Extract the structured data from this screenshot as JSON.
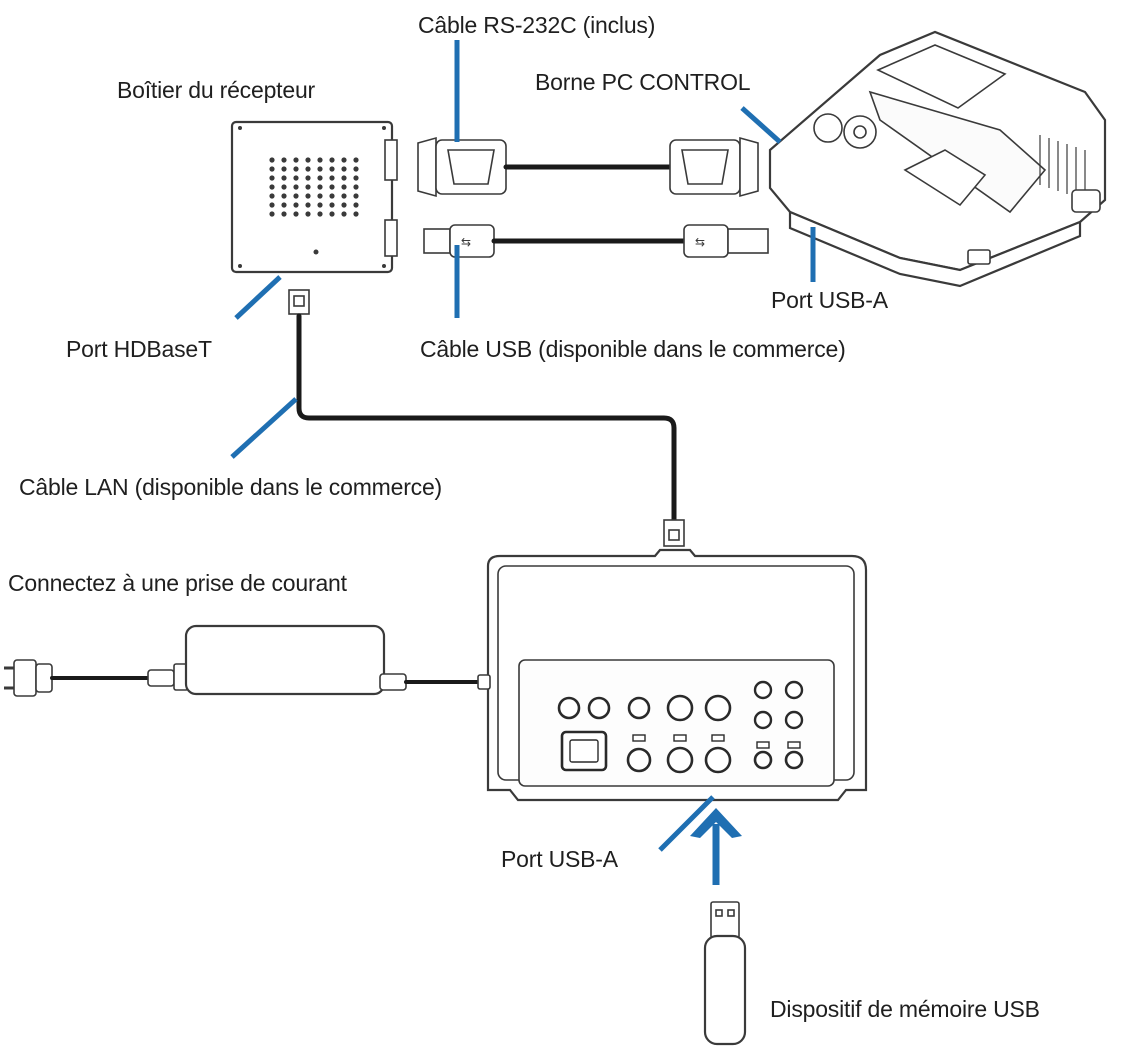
{
  "labels": {
    "rs232_cable": "Câble RS-232C (inclus)",
    "receiver_box": "Boîtier du récepteur",
    "pc_control": "Borne PC CONTROL",
    "projector_usb": "Port USB-A",
    "hdbaset_port": "Port HDBaseT",
    "usb_cable": "Câble USB (disponible dans le commerce)",
    "lan_cable": "Câble LAN (disponible dans le commerce)",
    "power_outlet": "Connectez à une prise de courant",
    "transmitter_usb": "Port USB-A",
    "usb_memory": "Dispositif de mémoire USB"
  },
  "colors": {
    "leader": "#1f6fb2",
    "arrow": "#1f6fb2",
    "outline": "#3a3a3a",
    "cable": "#1a1a1a"
  }
}
